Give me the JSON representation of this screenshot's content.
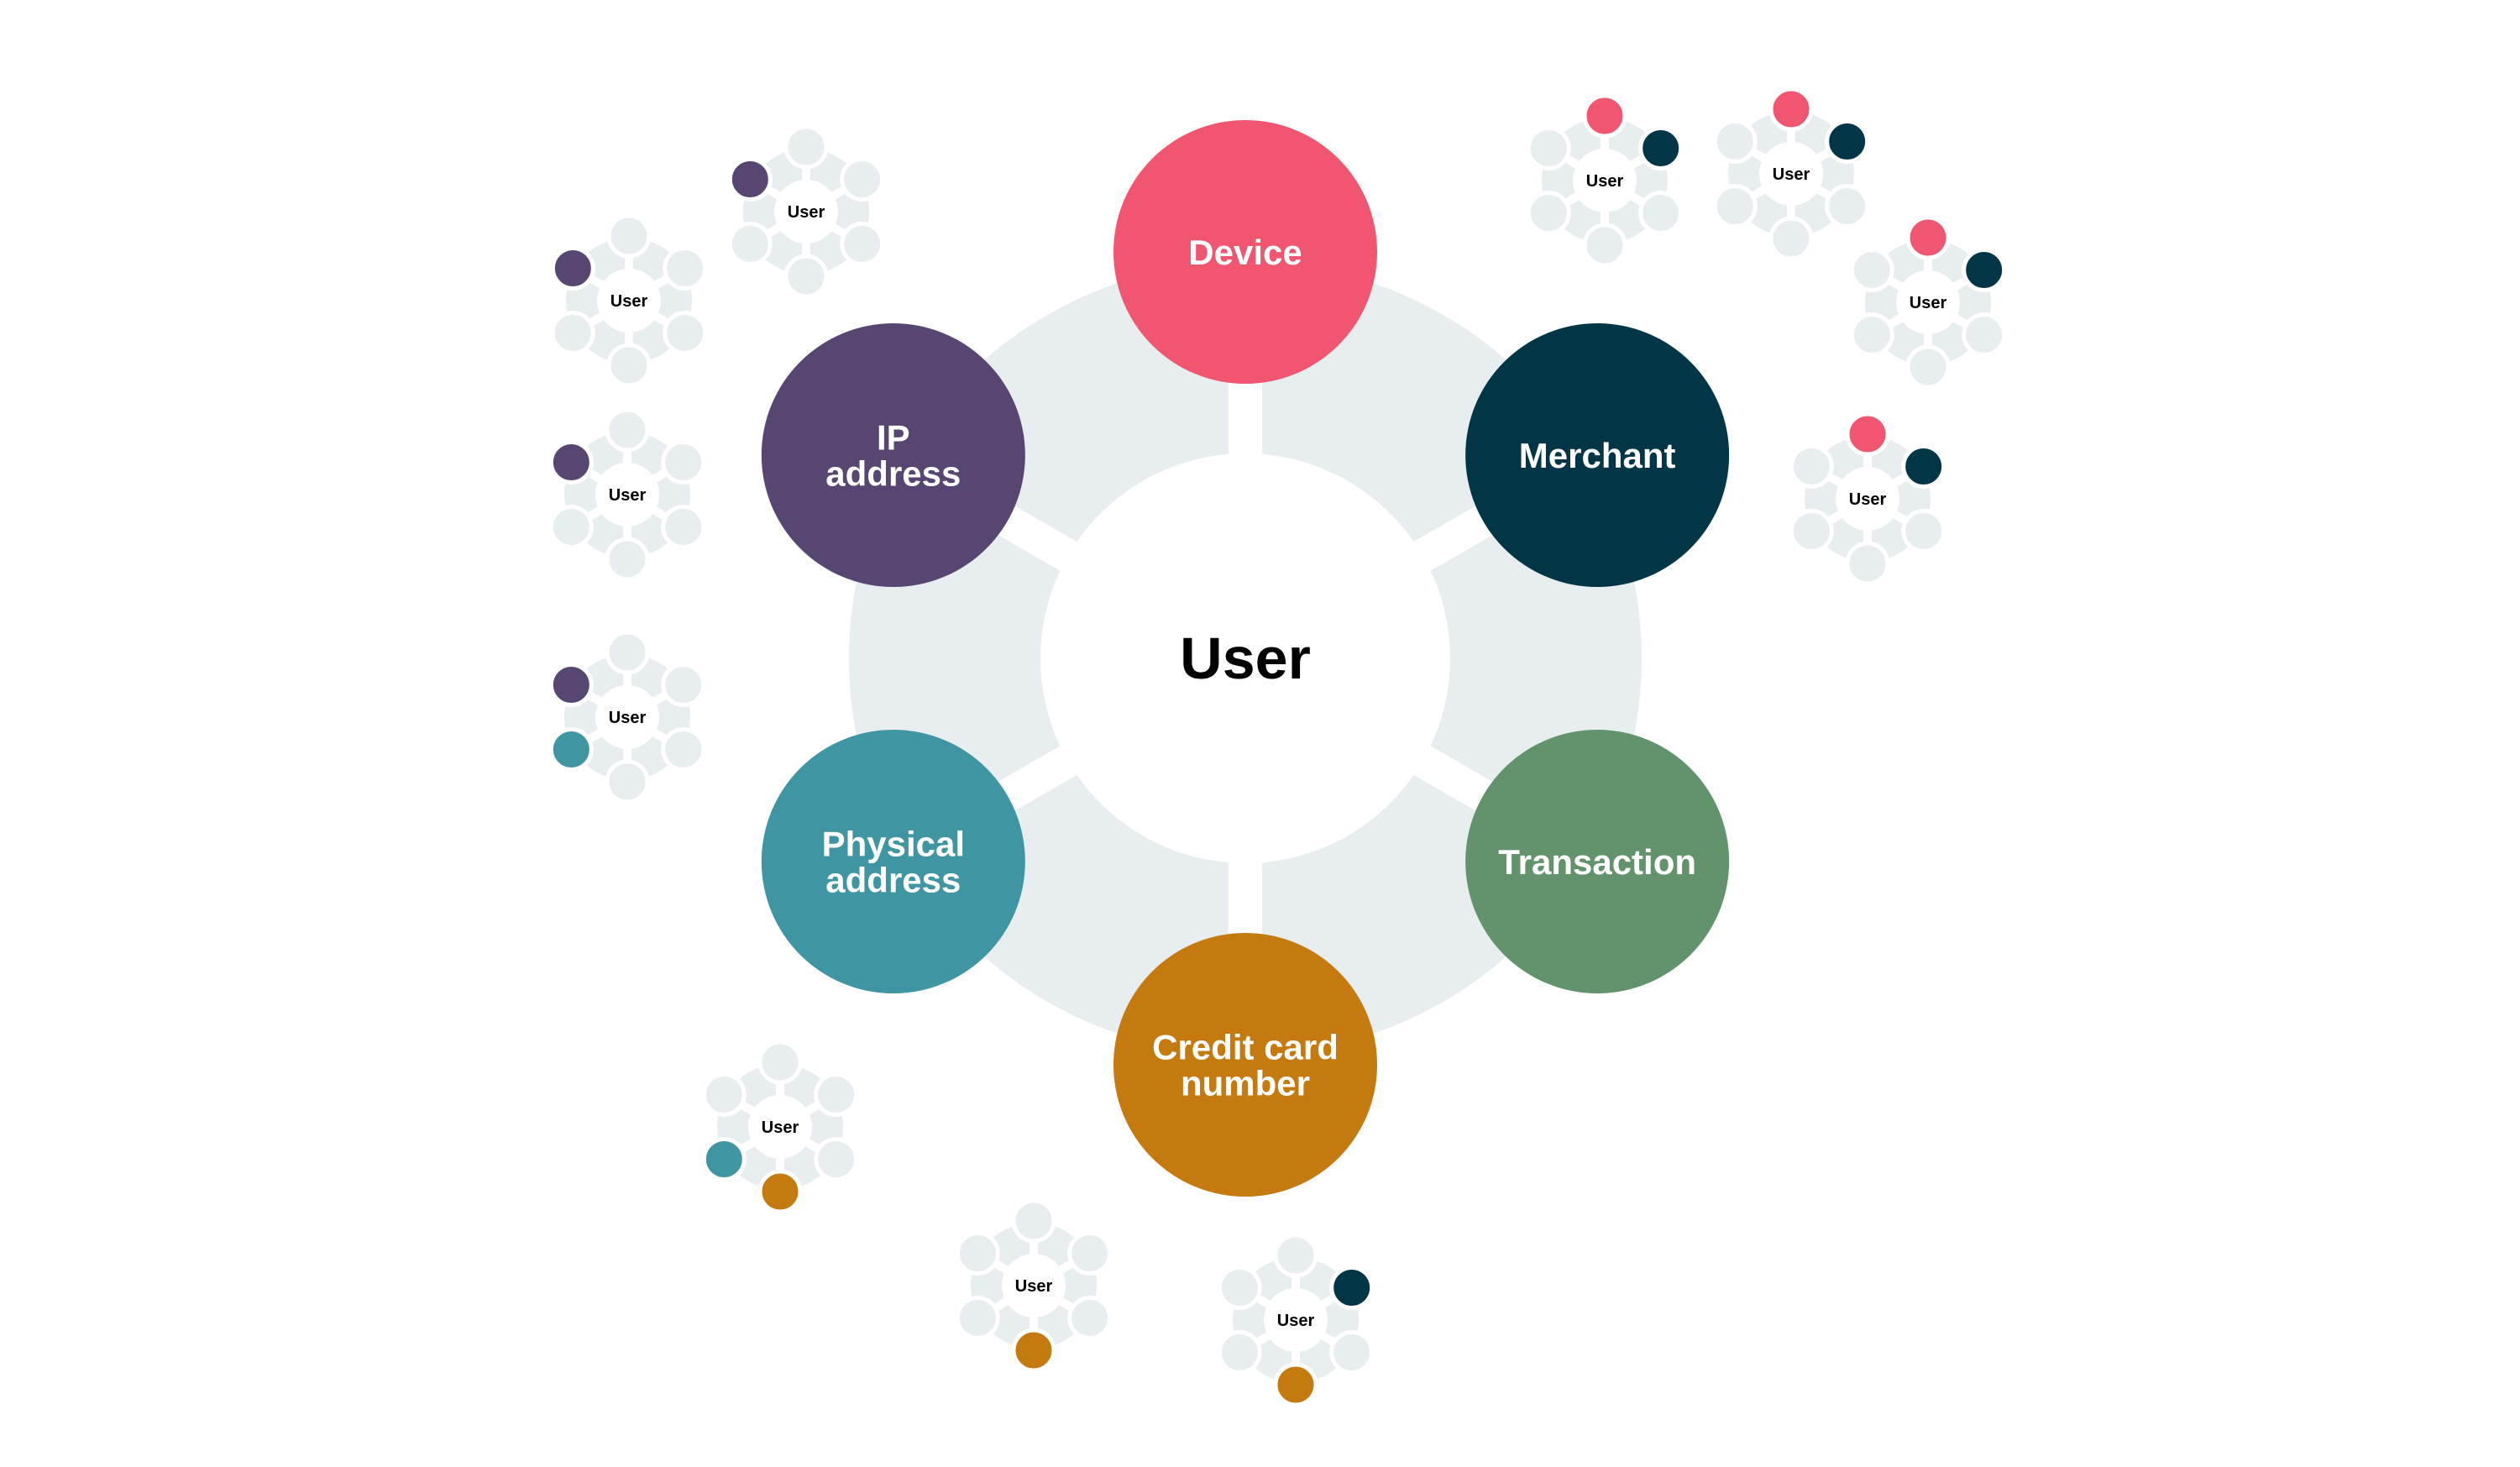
{
  "hub": {
    "label": "User"
  },
  "categories": [
    {
      "id": "device",
      "lines": [
        "Device"
      ],
      "color": "#F0566F"
    },
    {
      "id": "merchant",
      "lines": [
        "Merchant"
      ],
      "color": "#023646"
    },
    {
      "id": "transaction",
      "lines": [
        "Transaction"
      ],
      "color": "#62936C"
    },
    {
      "id": "credit-card-number",
      "lines": [
        "Credit card",
        "number"
      ],
      "color": "#C47A0F"
    },
    {
      "id": "physical-address",
      "lines": [
        "Physical",
        "address"
      ],
      "color": "#3F96A2"
    },
    {
      "id": "ip-address",
      "lines": [
        "IP",
        "address"
      ],
      "color": "#574671"
    }
  ],
  "mini_hub_label": "User",
  "colors": {
    "ring": "#E8EDF0",
    "satellite": "#E8EDF0",
    "text": "#000000",
    "background": "#FFFFFF"
  }
}
